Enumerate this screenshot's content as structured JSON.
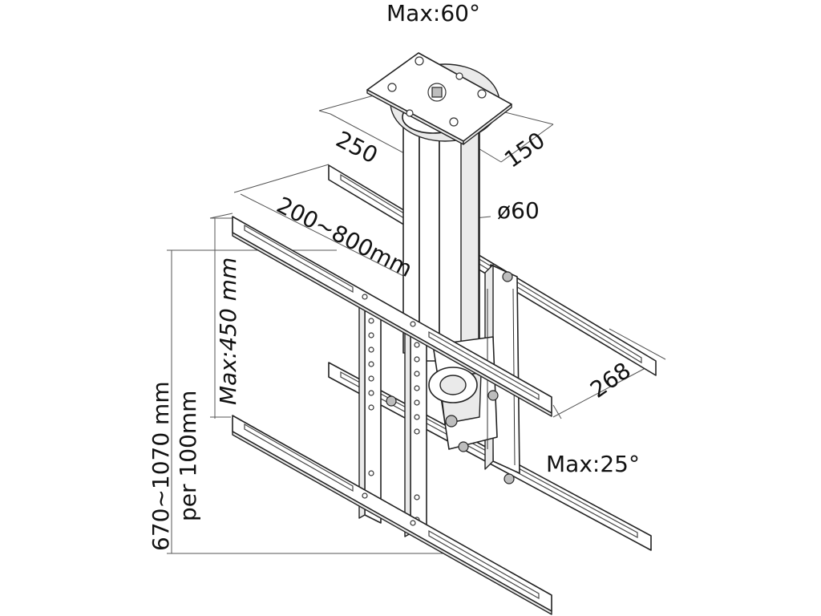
{
  "labels": {
    "max_swivel": "Max:60°",
    "plate_width": "250",
    "plate_depth": "150",
    "pole_diameter": "ø60",
    "vesa_width": "200~800mm",
    "vesa_height": "Max:450 mm",
    "rail_depth": "268",
    "max_tilt": "Max:25°",
    "height_range": "670~1070 mm",
    "height_step": "per 100mm"
  }
}
